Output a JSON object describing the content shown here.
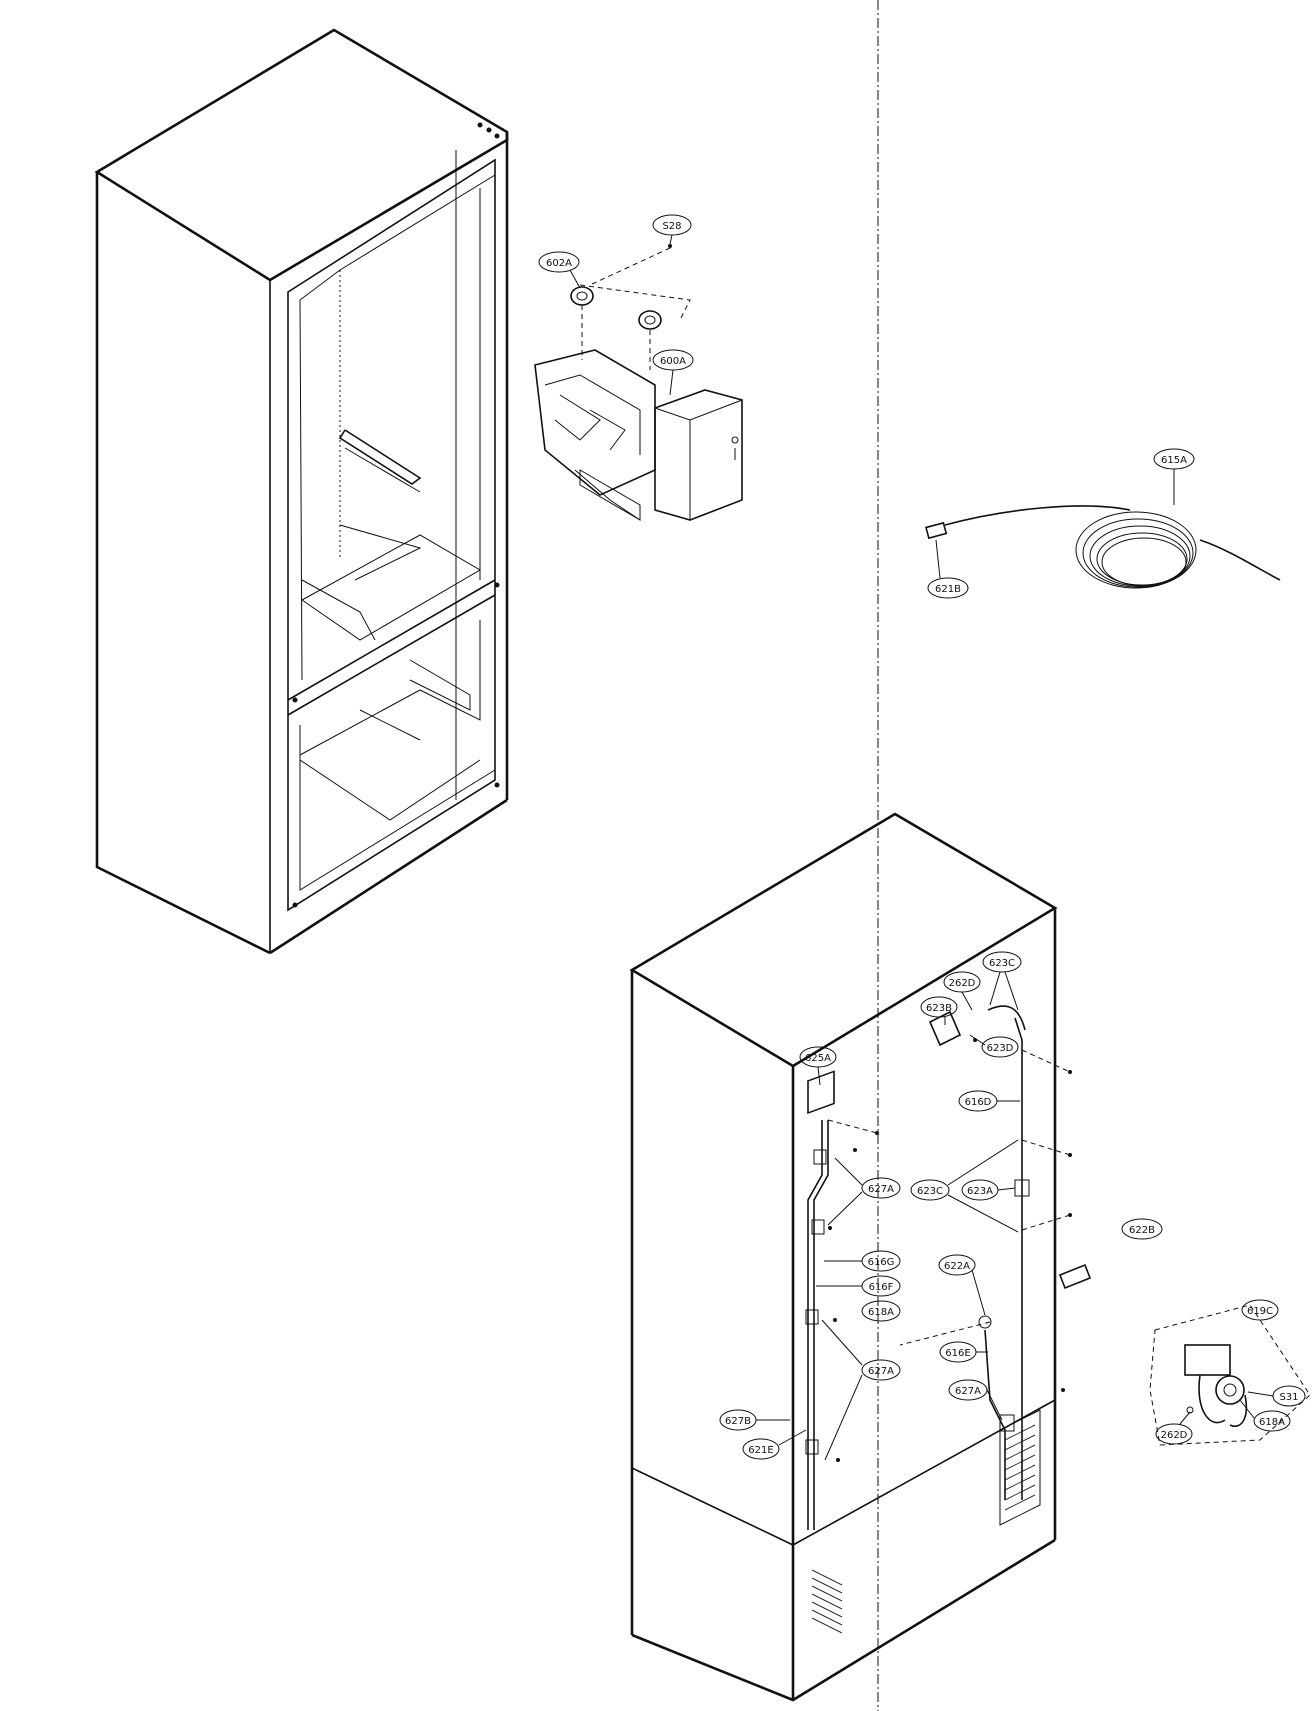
{
  "callouts": {
    "c602A": "602A",
    "c528": "S28",
    "c600A": "600A",
    "c615A": "615A",
    "c621B": "621B",
    "c262D_top": "262D",
    "c623C_top": "623C",
    "c623B": "623B",
    "c623D": "623D",
    "c625A": "625A",
    "c616D": "616D",
    "c627A_1": "627A",
    "c623C_mid": "623C",
    "c623A": "623A",
    "c622B": "622B",
    "c616G": "616G",
    "c622A": "622A",
    "c616F": "616F",
    "c618A_left": "618A",
    "c619C": "619C",
    "c616E": "616E",
    "c627A_2": "627A",
    "c627A_3": "627A",
    "c531": "S31",
    "c618A_right": "618A",
    "c627B": "627B",
    "c262D_bottom": "262D",
    "c621E": "621E"
  }
}
